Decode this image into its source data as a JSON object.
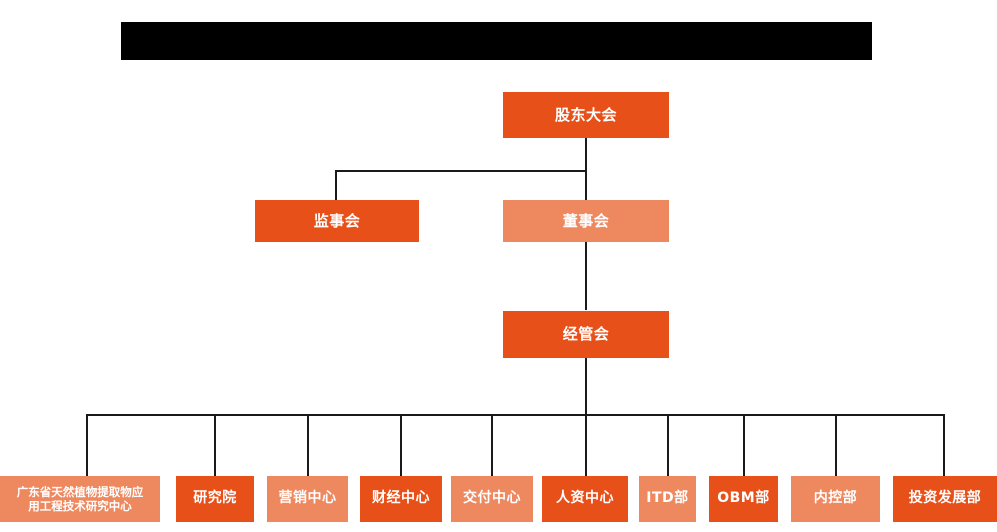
{
  "banner": {
    "label": "redacted-title-bar",
    "text": "",
    "color": "#000000"
  },
  "colors": {
    "background": "#ffffff",
    "node_dark": "#E8501A",
    "node_light": "#EE885F",
    "connector": "#1a1a1a",
    "node_text": "#ffffff"
  },
  "chart_data": {
    "type": "diagram",
    "diagram_type": "organization-chart",
    "title": "",
    "orientation": "top-down",
    "levels": [
      {
        "level": 1,
        "nodes": [
          {
            "id": "shareholders-meeting",
            "label": "股东大会",
            "style": "dark"
          }
        ]
      },
      {
        "level": 2,
        "nodes": [
          {
            "id": "board-of-supervisors",
            "label": "监事会",
            "style": "dark"
          },
          {
            "id": "board-of-directors",
            "label": "董事会",
            "style": "light"
          }
        ]
      },
      {
        "level": 3,
        "nodes": [
          {
            "id": "management-committee",
            "label": "经管会",
            "style": "dark"
          }
        ]
      },
      {
        "level": 4,
        "nodes": [
          {
            "id": "guangdong-research-center",
            "label": "广东省天然植物提取物应用工程技术研究中心",
            "style": "light"
          },
          {
            "id": "research-institute",
            "label": "研究院",
            "style": "dark"
          },
          {
            "id": "marketing-center",
            "label": "营销中心",
            "style": "light"
          },
          {
            "id": "finance-center",
            "label": "财经中心",
            "style": "dark"
          },
          {
            "id": "delivery-center",
            "label": "交付中心",
            "style": "light"
          },
          {
            "id": "hr-center",
            "label": "人资中心",
            "style": "dark"
          },
          {
            "id": "itd-department",
            "label": "ITD部",
            "style": "light"
          },
          {
            "id": "obm-department",
            "label": "OBM部",
            "style": "dark"
          },
          {
            "id": "internal-control-department",
            "label": "内控部",
            "style": "light"
          },
          {
            "id": "investment-development-department",
            "label": "投资发展部",
            "style": "dark"
          }
        ]
      }
    ],
    "edges": [
      {
        "from": "shareholders-meeting",
        "to": "board-of-supervisors"
      },
      {
        "from": "shareholders-meeting",
        "to": "board-of-directors"
      },
      {
        "from": "board-of-directors",
        "to": "management-committee"
      },
      {
        "from": "management-committee",
        "to": "guangdong-research-center"
      },
      {
        "from": "management-committee",
        "to": "research-institute"
      },
      {
        "from": "management-committee",
        "to": "marketing-center"
      },
      {
        "from": "management-committee",
        "to": "finance-center"
      },
      {
        "from": "management-committee",
        "to": "delivery-center"
      },
      {
        "from": "management-committee",
        "to": "hr-center"
      },
      {
        "from": "management-committee",
        "to": "itd-department"
      },
      {
        "from": "management-committee",
        "to": "obm-department"
      },
      {
        "from": "management-committee",
        "to": "internal-control-department"
      },
      {
        "from": "management-committee",
        "to": "investment-development-department"
      }
    ]
  },
  "nodes": {
    "shareholders_meeting": "股东大会",
    "board_of_supervisors": "监事会",
    "board_of_directors": "董事会",
    "management_committee": "经管会",
    "guangdong_research_center_line1": "广东省天然植物提取物应",
    "guangdong_research_center_line2": "用工程技术研究中心",
    "research_institute": "研究院",
    "marketing_center": "营销中心",
    "finance_center": "财经中心",
    "delivery_center": "交付中心",
    "hr_center": "人资中心",
    "itd_department": "ITD部",
    "obm_department": "OBM部",
    "internal_control_department": "内控部",
    "investment_development_department": "投资发展部"
  }
}
